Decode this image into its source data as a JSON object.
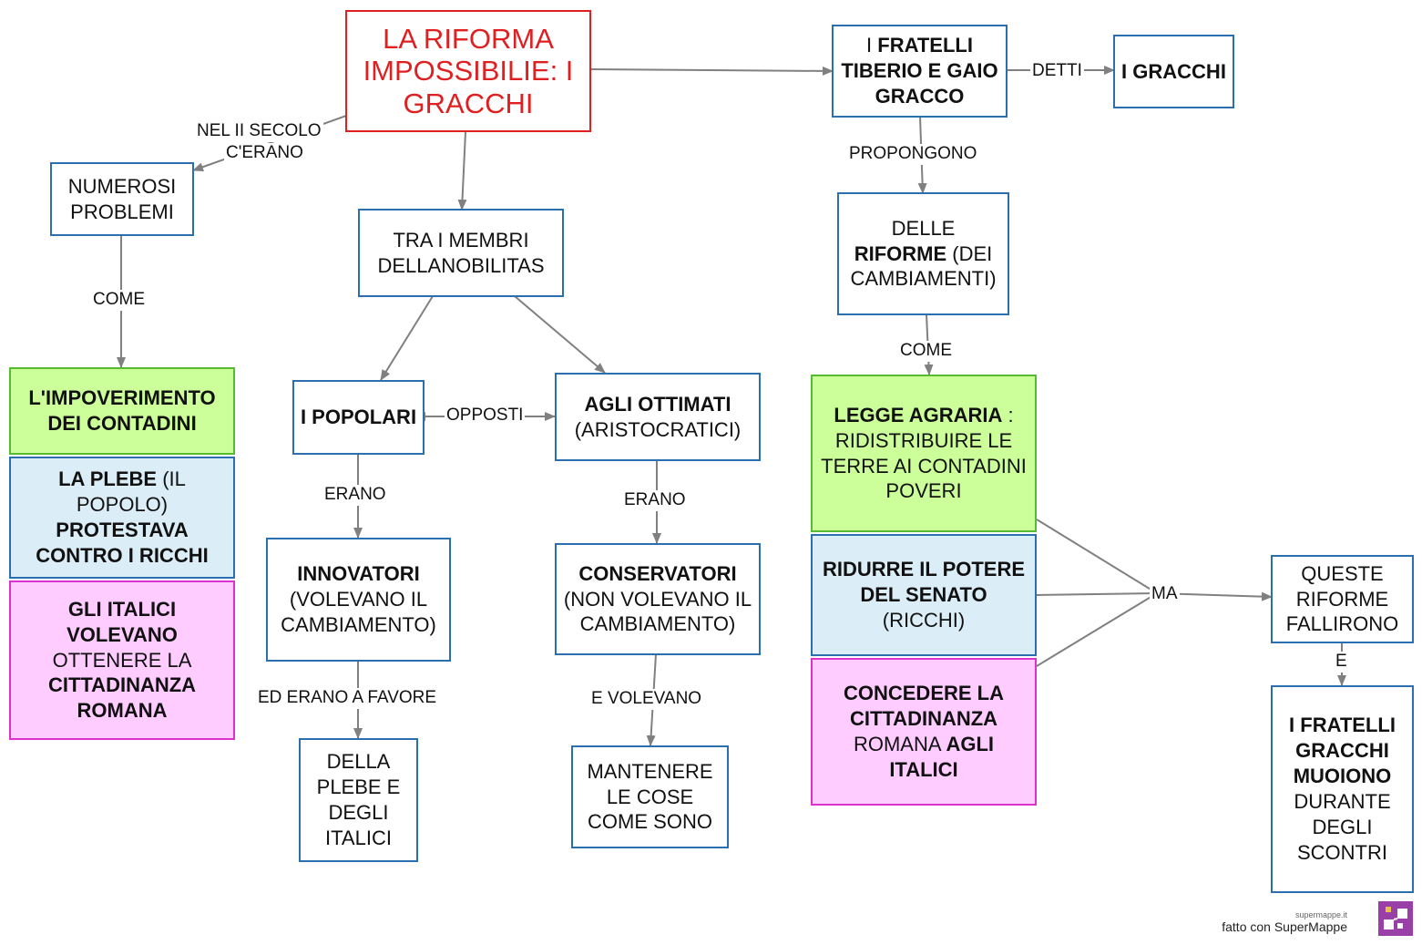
{
  "nodes": {
    "title": [
      "LA RIFORMA IMPOSSIBILIE: I GRACCHI"
    ],
    "problemi": [
      "NUMEROSI PROBLEMI"
    ],
    "membri": [
      "TRA I MEMBRI DELLANOBILITAS"
    ],
    "fratelli": [
      "I ",
      {
        "b": "FRATELLI TIBERIO E GAIO GRACCO"
      }
    ],
    "gracchi": [
      {
        "b": "I GRACCHI"
      }
    ],
    "riforme": [
      "DELLE ",
      {
        "b": "RIFORME"
      },
      " (DEI CAMBIAMENTI)"
    ],
    "impoverimento": [
      {
        "b": "L'IMPOVERIMENTO DEI CONTADINI"
      }
    ],
    "plebe": [
      {
        "b": "LA PLEBE"
      },
      " (IL POPOLO) ",
      {
        "b": "PROTESTAVA CONTRO I RICCHI"
      }
    ],
    "italici": [
      {
        "b": "GLI ITALICI VOLEVANO"
      },
      " OTTENERE LA ",
      {
        "b": "CITTADINANZA ROMANA"
      }
    ],
    "popolari": [
      {
        "b": "I POPOLARI"
      }
    ],
    "ottimati": [
      {
        "b": "AGLI OTTIMATI"
      },
      " (ARISTOCRATICI)"
    ],
    "innovatori": [
      {
        "b": "INNOVATORI"
      },
      " (VOLEVANO IL CAMBIAMENTO)"
    ],
    "conservatori": [
      {
        "b": "CONSERVATORI"
      },
      " (NON VOLEVANO IL CAMBIAMENTO)"
    ],
    "plebe_italici": [
      "DELLA PLEBE E DEGLI ITALICI"
    ],
    "mantenere": [
      "MANTENERE LE COSE COME SONO"
    ],
    "legge": [
      {
        "b": "LEGGE AGRARIA"
      },
      " : RIDISTRIBUIRE LE TERRE AI CONTADINI POVERI"
    ],
    "senato": [
      {
        "b": "RIDURRE IL POTERE DEL SENATO"
      },
      " (RICCHI)"
    ],
    "cittadinanza": [
      {
        "b": "CONCEDERE LA CITTADINANZA"
      },
      " ROMANA ",
      {
        "b": "AGLI ITALICI"
      }
    ],
    "fallirono": [
      "QUESTE RIFORME FALLIRONO"
    ],
    "muoiono": [
      {
        "b": "I FRATELLI GRACCHI MUOIONO"
      },
      " DURANTE DEGLI SCONTRI"
    ]
  },
  "links": {
    "secolo": "NEL II SECOLO",
    "cerano": "C'ERANO",
    "come1": "COME",
    "detti": "DETTI",
    "propongono": "PROPONGONO",
    "come2": "COME",
    "opposti": "OPPOSTI",
    "erano1": "ERANO",
    "erano2": "ERANO",
    "favore": "ED ERANO A FAVORE",
    "volevano": "E VOLEVANO",
    "ma": "MA",
    "e": "E"
  },
  "footer": {
    "site": "supermappe.it",
    "credit": "fatto con SuperMappe"
  },
  "colors": {
    "title": "#e02020",
    "border": "#2b6fb0",
    "green": "#ccff99",
    "blue": "#dbeef7",
    "pink": "#ffccff",
    "edge": "#808080"
  }
}
